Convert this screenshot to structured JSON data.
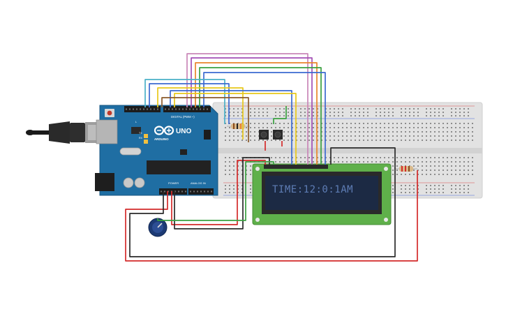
{
  "arduino": {
    "brand": "ARDUINO",
    "model": "UNO",
    "digital_label": "DIGITAL (PWM ~)",
    "power_label": "POWER",
    "analog_label": "ANALOG IN",
    "tx_label": "TX",
    "rx_label": "RX",
    "l_label": "L"
  },
  "lcd": {
    "line1": "TIME:12:0:1AM",
    "line2": ""
  },
  "colors": {
    "board": "#1f6ea3",
    "breadboard": "#e3e3e3",
    "lcd_frame": "#5fb04a",
    "lcd_screen": "#1c2a44",
    "wire_red": "#d42a2a",
    "wire_black": "#2a2a2a",
    "wire_green": "#3aa040",
    "wire_orange": "#e9852c",
    "wire_purple": "#a24fb5",
    "wire_yellow": "#e8c81a",
    "wire_teal": "#4ab0c8",
    "wire_blue": "#3b6ad0",
    "wire_pink": "#c987b8",
    "wire_brown": "#8a5a2a"
  },
  "icons": [
    "usb-cable-icon",
    "potentiometer-icon",
    "pushbutton-icon",
    "resistor-icon",
    "arduino-logo-icon"
  ]
}
